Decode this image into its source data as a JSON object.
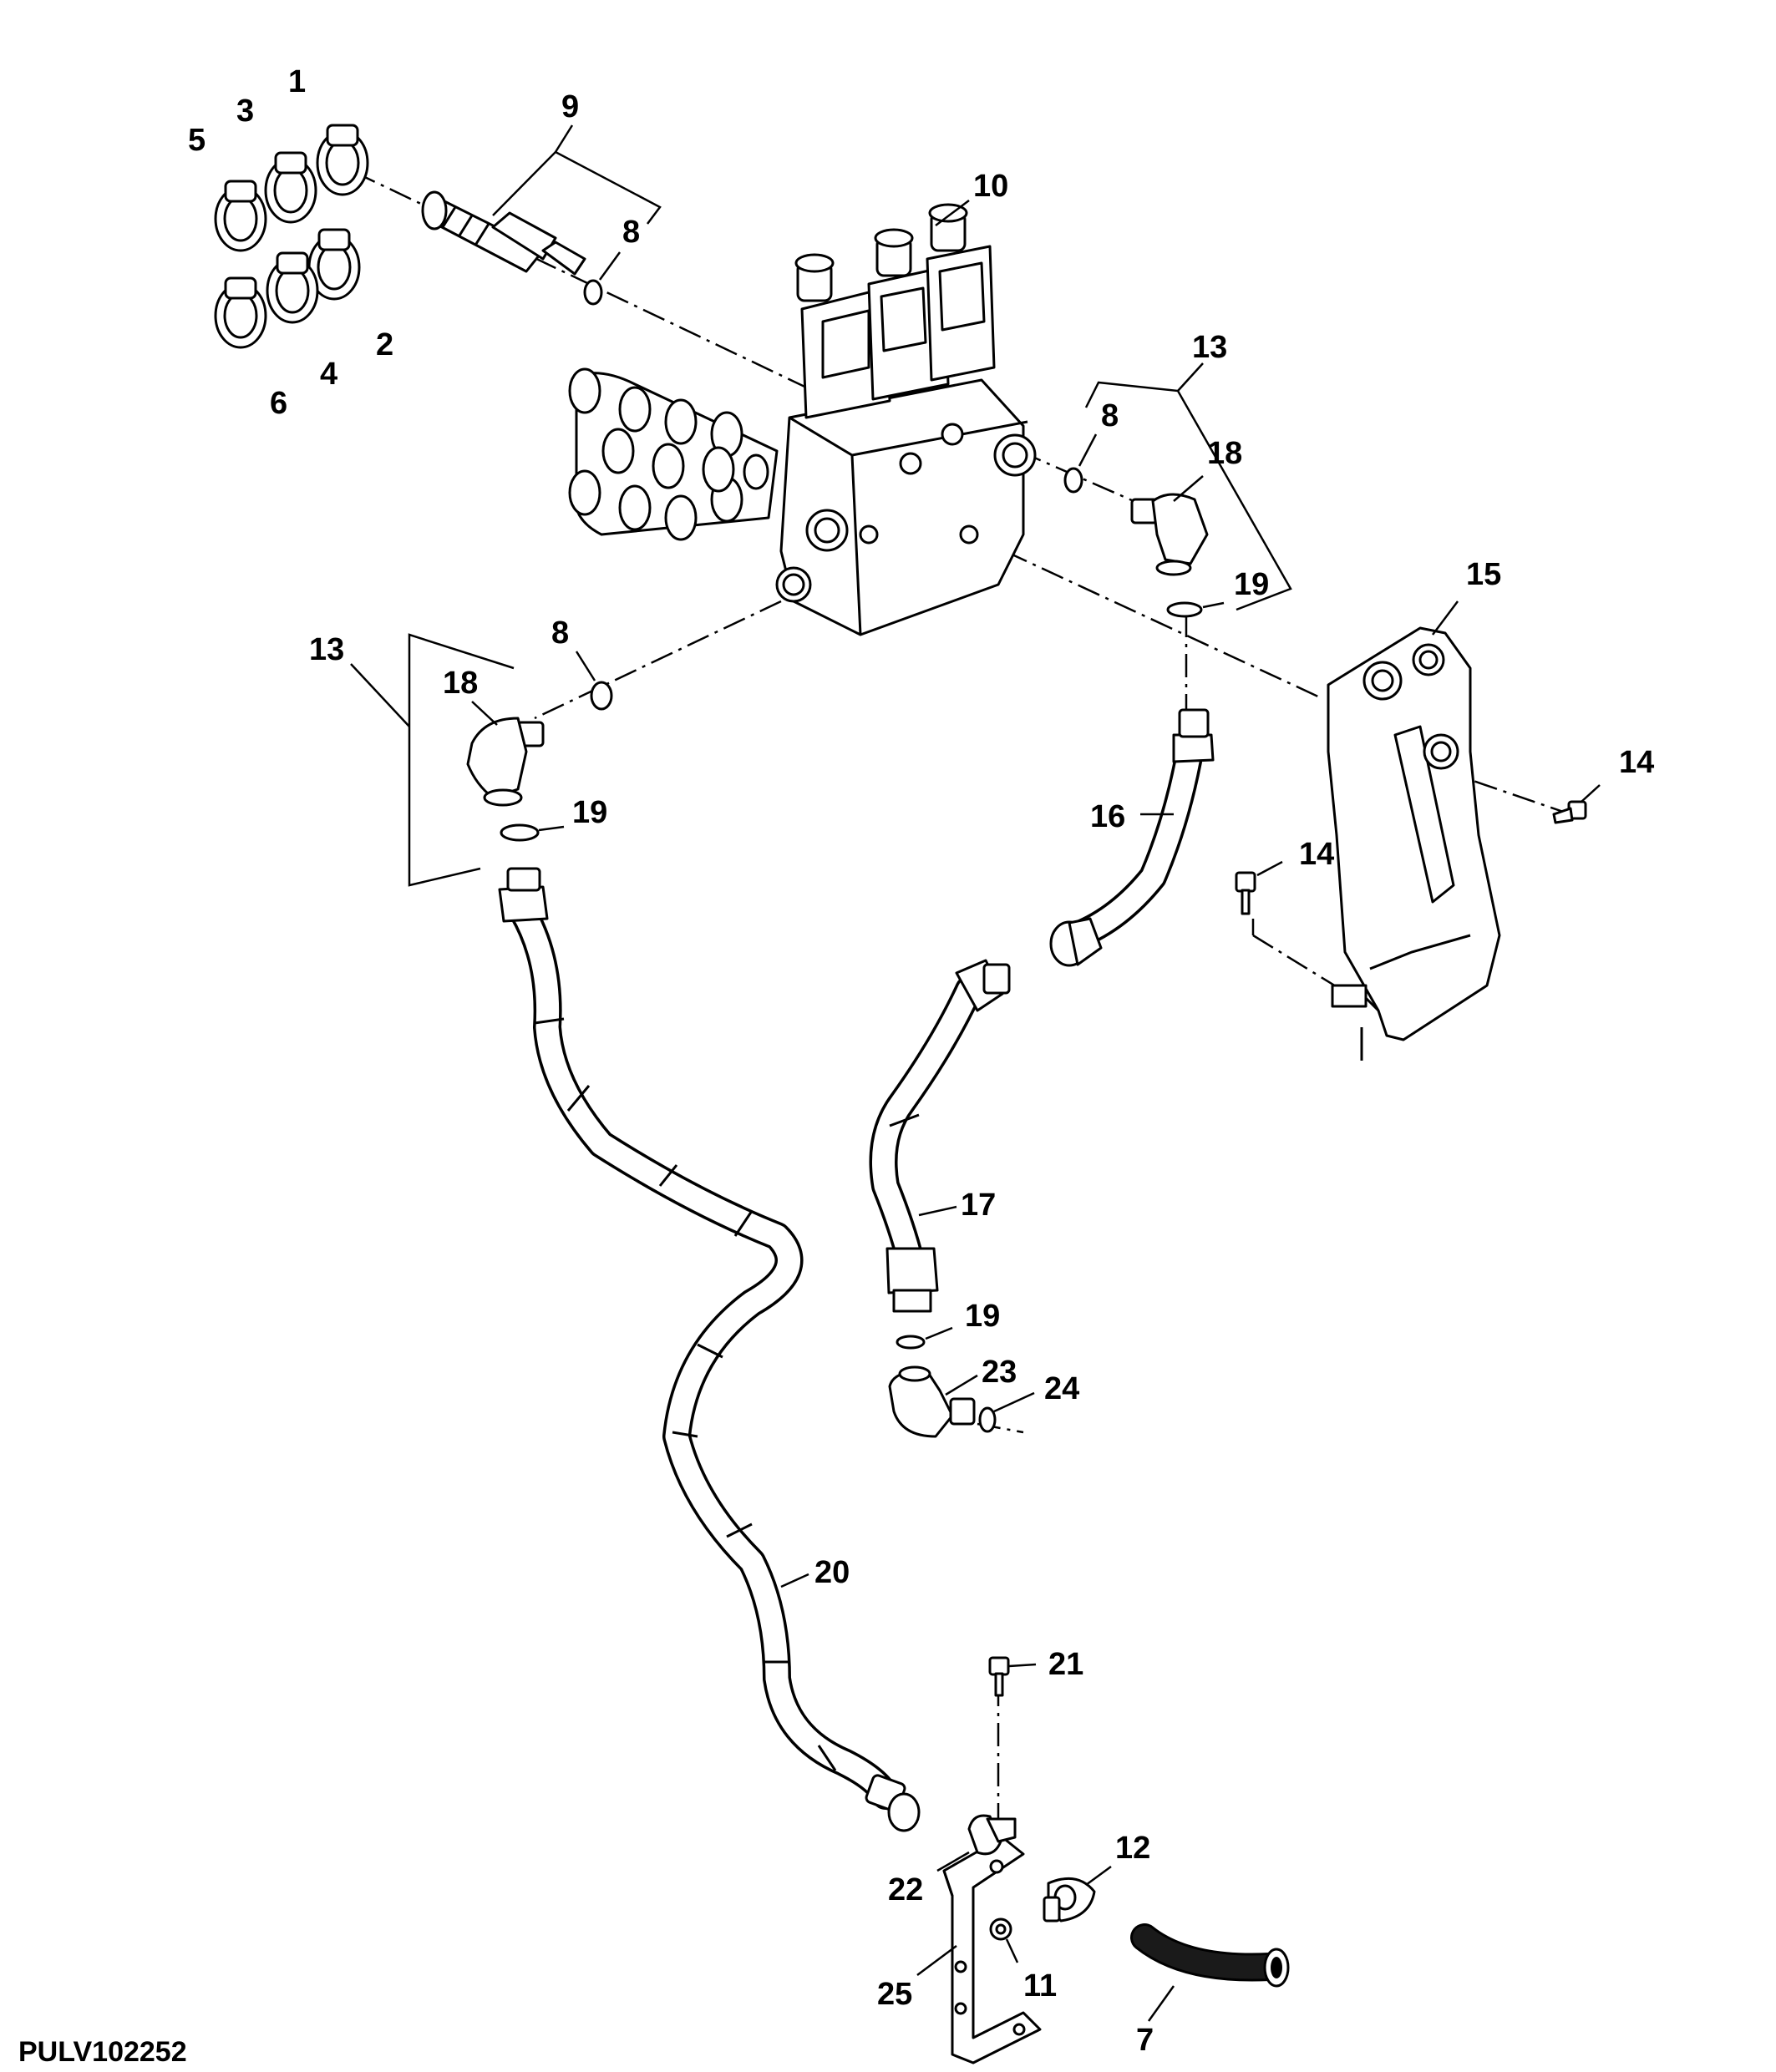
{
  "figure_code": "PULV102252",
  "callouts": [
    {
      "id": "c1",
      "text": "1"
    },
    {
      "id": "c2",
      "text": "2"
    },
    {
      "id": "c3",
      "text": "3"
    },
    {
      "id": "c4",
      "text": "4"
    },
    {
      "id": "c5",
      "text": "5"
    },
    {
      "id": "c6",
      "text": "6"
    },
    {
      "id": "c7",
      "text": "7"
    },
    {
      "id": "c8a",
      "text": "8"
    },
    {
      "id": "c8b",
      "text": "8"
    },
    {
      "id": "c8c",
      "text": "8"
    },
    {
      "id": "c9",
      "text": "9"
    },
    {
      "id": "c10",
      "text": "10"
    },
    {
      "id": "c11",
      "text": "11"
    },
    {
      "id": "c12",
      "text": "12"
    },
    {
      "id": "c13a",
      "text": "13"
    },
    {
      "id": "c13b",
      "text": "13"
    },
    {
      "id": "c14a",
      "text": "14"
    },
    {
      "id": "c14b",
      "text": "14"
    },
    {
      "id": "c15",
      "text": "15"
    },
    {
      "id": "c16",
      "text": "16"
    },
    {
      "id": "c17",
      "text": "17"
    },
    {
      "id": "c18a",
      "text": "18"
    },
    {
      "id": "c18b",
      "text": "18"
    },
    {
      "id": "c19a",
      "text": "19"
    },
    {
      "id": "c19b",
      "text": "19"
    },
    {
      "id": "c19c",
      "text": "19"
    },
    {
      "id": "c20",
      "text": "20"
    },
    {
      "id": "c21",
      "text": "21"
    },
    {
      "id": "c22",
      "text": "22"
    },
    {
      "id": "c23",
      "text": "23"
    },
    {
      "id": "c24",
      "text": "24"
    },
    {
      "id": "c25",
      "text": "25"
    }
  ]
}
